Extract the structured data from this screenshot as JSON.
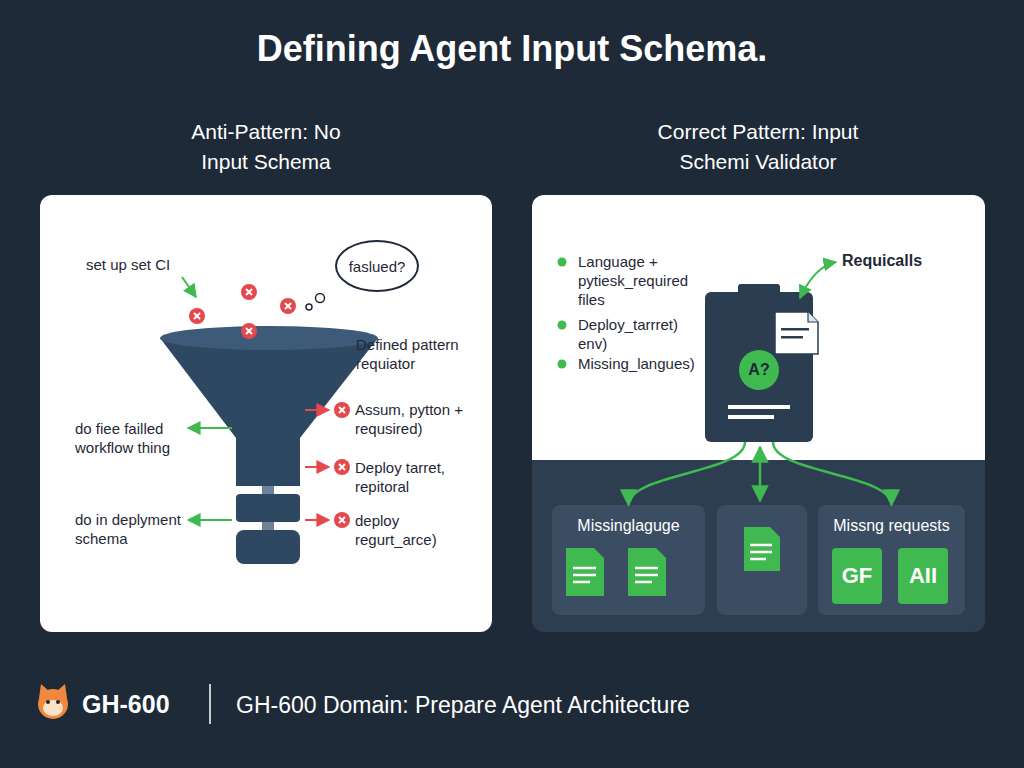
{
  "diagram": {
    "title": "Defining Agent Input Schema.",
    "nodes": [
      {
        "text": [
          "Anti-Pattern: No Input Schema"
        ]
      },
      {
        "text": [
          "faslued?"
        ],
        "in": 0
      },
      {
        "text": [
          "Correct Pattern: Input Schemi Validator"
        ]
      },
      {
        "text": [
          "A?"
        ],
        "in": 2
      },
      {
        "text": [
          "Missinglaguge"
        ],
        "in": 2
      },
      {
        "text": [
          "Missng requests"
        ],
        "in": 2
      },
      {
        "text": [
          "GF"
        ],
        "in": 5
      },
      {
        "text": [
          "AII"
        ],
        "in": 5
      }
    ],
    "edges": [
      {
        "from": 3,
        "to": 4,
        "arrow": "to"
      },
      {
        "from": 3,
        "to": 5,
        "arrow": "to"
      }
    ],
    "labels": [
      "set up set CI",
      "Defined pattern requiator",
      "do fiee failled workflow thing",
      "Assum, pytton + requsired)",
      "Deploy tarret, repitoral",
      "do in deplyment schema",
      "deploy regurt_arce)",
      "Language + pytiesk_required files",
      "Deploy_tarrret) env)",
      "Missing_langues)",
      "Requicalls",
      "GH-600",
      "GH-600 Domain: Prepare Agent Architecture"
    ]
  }
}
